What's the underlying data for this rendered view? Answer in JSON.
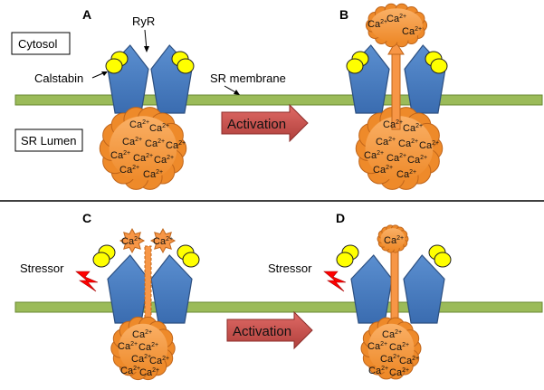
{
  "panels": {
    "a": "A",
    "b": "B",
    "c": "C",
    "d": "D"
  },
  "labels": {
    "cytosol": "Cytosol",
    "sr_lumen": "SR Lumen",
    "ryr": "RyR",
    "calstabin": "Calstabin",
    "sr_membrane": "SR membrane",
    "stressor": "Stressor",
    "activation": "Activation"
  },
  "ion": {
    "base": "Ca",
    "charge": "2+"
  },
  "colors": {
    "membrane": "#9bbb59",
    "channel": "#4f81bd",
    "calstabin": "#ffff00",
    "calcium_cloud": "#f79646",
    "activation_arrow": "#c0504d",
    "stressor_bolt": "#ff0000"
  },
  "icons": [
    "lightning-bolt-icon",
    "activation-arrow-icon",
    "calcium-cloud-icon"
  ]
}
